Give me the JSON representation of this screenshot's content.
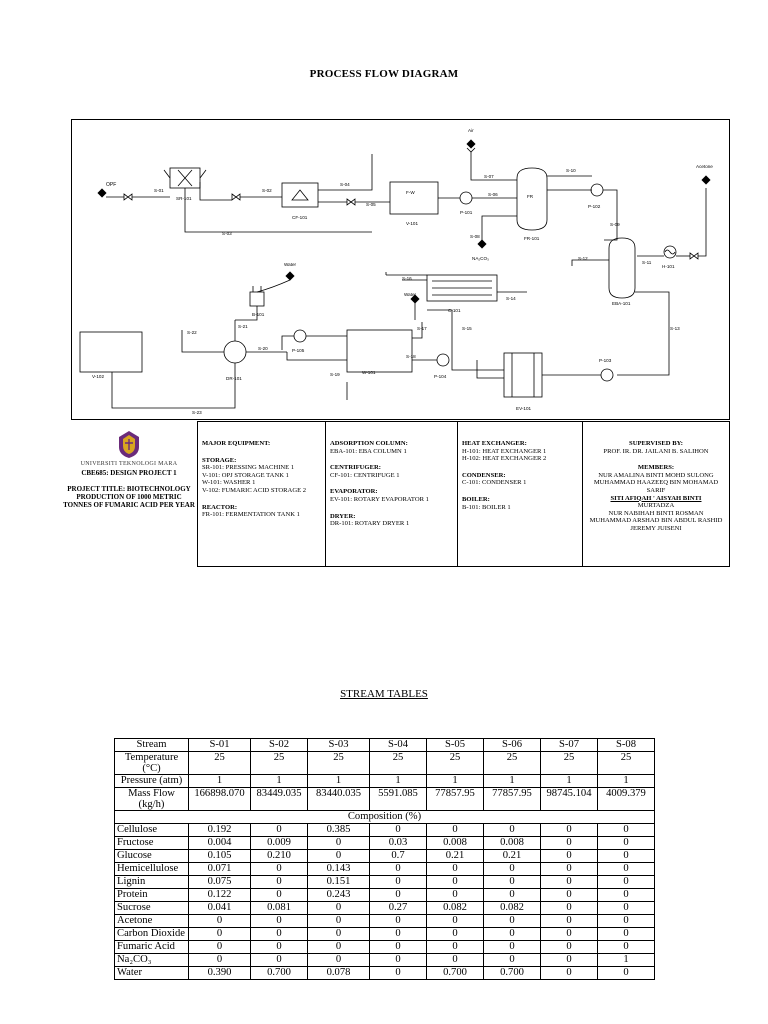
{
  "title": "PROCESS FLOW DIAGRAM",
  "diagram": {
    "stream_labels": {
      "opf": "OPF",
      "s01": "S-01",
      "s02": "S-02",
      "s03": "S-03",
      "s04": "S-04",
      "s05": "S-05",
      "s06": "S-06",
      "s07": "S-07",
      "s08": "S-08",
      "s09": "S-09",
      "s10": "S-10",
      "s11": "S-11",
      "s12": "S-12",
      "s13": "S-13",
      "s14": "S-14",
      "s15": "S-15",
      "s16": "S-16",
      "s17": "S-17",
      "s18": "S-18",
      "s19": "S-19",
      "s20": "S-20",
      "s21": "S-21",
      "s22": "S-22",
      "s23": "S-23"
    },
    "equipment_labels": {
      "sr101": "SR-101",
      "cf101": "CF-101",
      "v101": "V-101",
      "v101_inner": "F-W",
      "p101": "P-101",
      "fr101": "FR-101",
      "fr_inner": "FR",
      "p102": "P-102",
      "eba101": "EBA-101",
      "h101": "H-101",
      "c101": "C-101",
      "b101": "B-101",
      "dr101": "DR-101",
      "p105": "P-105",
      "w101": "W-101",
      "p104": "P-104",
      "ev101": "EV-101",
      "p103": "P-103",
      "v102": "V-102"
    },
    "feed_labels": {
      "air": "Air",
      "na2co3": "NA₂CO₃",
      "acetone": "Acetone",
      "water1": "Water",
      "water2": "Water"
    }
  },
  "logo": {
    "university": "UNIVERSITI TEKNOLOGI MARA",
    "course": "CBE685: DESIGN PROJECT 1"
  },
  "project_title": "PROJECT TITLE: BIOTECHNOLOGY PRODUCTION OF 1000 METRIC TONNES OF FUMARIC ACID PER YEAR",
  "equipment_panel": {
    "col1": [
      {
        "h": "MAJOR EQUIPMENT:"
      },
      {
        "h": "STORAGE:"
      },
      {
        "t": "SR-101: PRESSING MACHINE 1"
      },
      {
        "t": "V-101: OPJ STORAGE TANK 1"
      },
      {
        "t": "W-101: WASHER 1"
      },
      {
        "t": "V-102: FUMARIC ACID STORAGE 2"
      },
      {
        "h": "REACTOR:"
      },
      {
        "t": "FR-101: FERMENTATION TANK 1"
      }
    ],
    "col2": [
      {
        "h": "ADSORPTION COLUMN:"
      },
      {
        "t": "EBA-101: EBA COLUMN 1"
      },
      {
        "h": "CENTRIFUGER:"
      },
      {
        "t": "CF-101: CENTRIFUGE 1"
      },
      {
        "h": "EVAPORATOR:"
      },
      {
        "t": "EV-101: ROTARY EVAPORATOR 1"
      },
      {
        "h": "DRYER:"
      },
      {
        "t": "DR-101: ROTARY DRYER 1"
      }
    ],
    "col3": [
      {
        "h": "HEAT EXCHANGER:"
      },
      {
        "t": "H-101: HEAT EXCHANGER 1"
      },
      {
        "t": "H-102: HEAT EXCHANGER 2"
      },
      {
        "h": "CONDENSER:"
      },
      {
        "t": "C-101: CONDENSER 1"
      },
      {
        "h": "BOILER:"
      },
      {
        "t": "B-101: BOILER 1"
      }
    ],
    "col4": {
      "supervised_h": "SUPERVISED BY:",
      "supervisor": "PROF. IR. DR. JAILANI B. SALIHON",
      "members_h": "MEMBERS:",
      "members_1": "NUR AMALINA BINTI MOHD SULONG",
      "members_2": "MUHAMMAD HAAZEEQ BIN MOHAMAD SARIF",
      "members_3": "SITI AFIQAH ' AISYAH BINTI",
      "members_4": "MURTADZA",
      "members_5": "NUR NABIHAH BINTI ROSMAN",
      "members_6": "MUHAMMAD ARSHAD BIN ABDUL RASHID",
      "members_7": "JEREMY JUISENI"
    }
  },
  "stream_tables_title": "STREAM TABLES",
  "table": {
    "header": [
      "Stream",
      "S-01",
      "S-02",
      "S-03",
      "S-04",
      "S-05",
      "S-06",
      "S-07",
      "S-08"
    ],
    "props": [
      {
        "name": "Temperature (°C)",
        "values": [
          "25",
          "25",
          "25",
          "25",
          "25",
          "25",
          "25",
          "25"
        ]
      },
      {
        "name": "Pressure (atm)",
        "values": [
          "1",
          "1",
          "1",
          "1",
          "1",
          "1",
          "1",
          "1"
        ]
      },
      {
        "name": "Mass Flow (kg/h)",
        "values": [
          "166898.070",
          "83449.035",
          "83440.035",
          "5591.085",
          "77857.95",
          "77857.95",
          "98745.104",
          "4009.379"
        ]
      }
    ],
    "composition_label": "Composition (%)",
    "rows": [
      {
        "name": "Cellulose",
        "values": [
          "0.192",
          "0",
          "0.385",
          "0",
          "0",
          "0",
          "0",
          "0"
        ]
      },
      {
        "name": "Fructose",
        "values": [
          "0.004",
          "0.009",
          "0",
          "0.03",
          "0.008",
          "0.008",
          "0",
          "0"
        ]
      },
      {
        "name": "Glucose",
        "values": [
          "0.105",
          "0.210",
          "0",
          "0.7",
          "0.21",
          "0.21",
          "0",
          "0"
        ]
      },
      {
        "name": "Hemicellulose",
        "values": [
          "0.071",
          "0",
          "0.143",
          "0",
          "0",
          "0",
          "0",
          "0"
        ]
      },
      {
        "name": "Lignin",
        "values": [
          "0.075",
          "0",
          "0.151",
          "0",
          "0",
          "0",
          "0",
          "0"
        ]
      },
      {
        "name": "Protein",
        "values": [
          "0.122",
          "0",
          "0.243",
          "0",
          "0",
          "0",
          "0",
          "0"
        ]
      },
      {
        "name": "Sucrose",
        "values": [
          "0.041",
          "0.081",
          "0",
          "0.27",
          "0.082",
          "0.082",
          "0",
          "0"
        ]
      },
      {
        "name": "Acetone",
        "values": [
          "0",
          "0",
          "0",
          "0",
          "0",
          "0",
          "0",
          "0"
        ]
      },
      {
        "name": "Carbon Dioxide",
        "values": [
          "0",
          "0",
          "0",
          "0",
          "0",
          "0",
          "0",
          "0"
        ]
      },
      {
        "name": "Fumaric Acid",
        "values": [
          "0",
          "0",
          "0",
          "0",
          "0",
          "0",
          "0",
          "0"
        ]
      },
      {
        "name": "Na₂CO₃",
        "values": [
          "0",
          "0",
          "0",
          "0",
          "0",
          "0",
          "0",
          "1"
        ]
      },
      {
        "name": "Water",
        "values": [
          "0.390",
          "0.700",
          "0.078",
          "0",
          "0.700",
          "0.700",
          "0",
          "0"
        ]
      }
    ]
  }
}
